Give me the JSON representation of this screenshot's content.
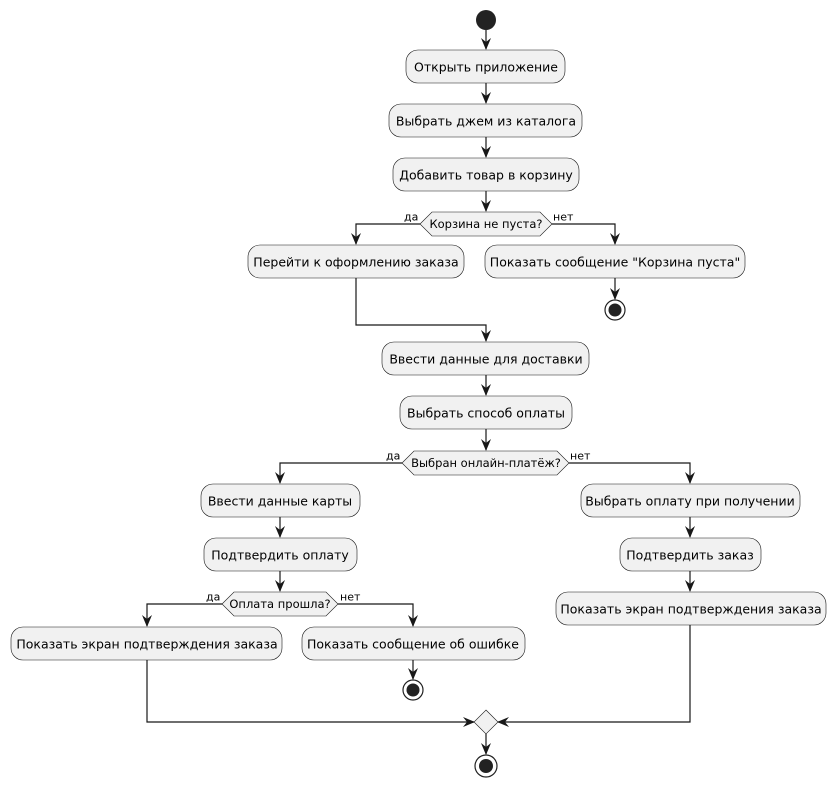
{
  "diagram": {
    "actions": {
      "open_app": "Открыть приложение",
      "choose_jam": "Выбрать джем из каталога",
      "add_to_cart": "Добавить товар в корзину",
      "go_checkout": "Перейти к оформлению заказа",
      "cart_empty_msg": "Показать сообщение \"Корзина пуста\"",
      "enter_delivery": "Ввести данные для доставки",
      "choose_payment": "Выбрать способ оплаты",
      "enter_card": "Ввести данные карты",
      "confirm_payment": "Подтвердить оплату",
      "show_confirm_left": "Показать экран подтверждения заказа",
      "show_error": "Показать сообщение об ошибке",
      "pay_on_delivery": "Выбрать оплату при получении",
      "confirm_order": "Подтвердить заказ",
      "show_confirm_right": "Показать экран подтверждения заказа"
    },
    "decisions": {
      "cart_not_empty": "Корзина не пуста?",
      "online_payment": "Выбран онлайн-платёж?",
      "payment_ok": "Оплата прошла?"
    },
    "guards": {
      "yes": "да",
      "no": "нет"
    },
    "colors": {
      "node_fill": "#F1F1F1",
      "stroke": "#181818",
      "start": "#222222"
    }
  }
}
